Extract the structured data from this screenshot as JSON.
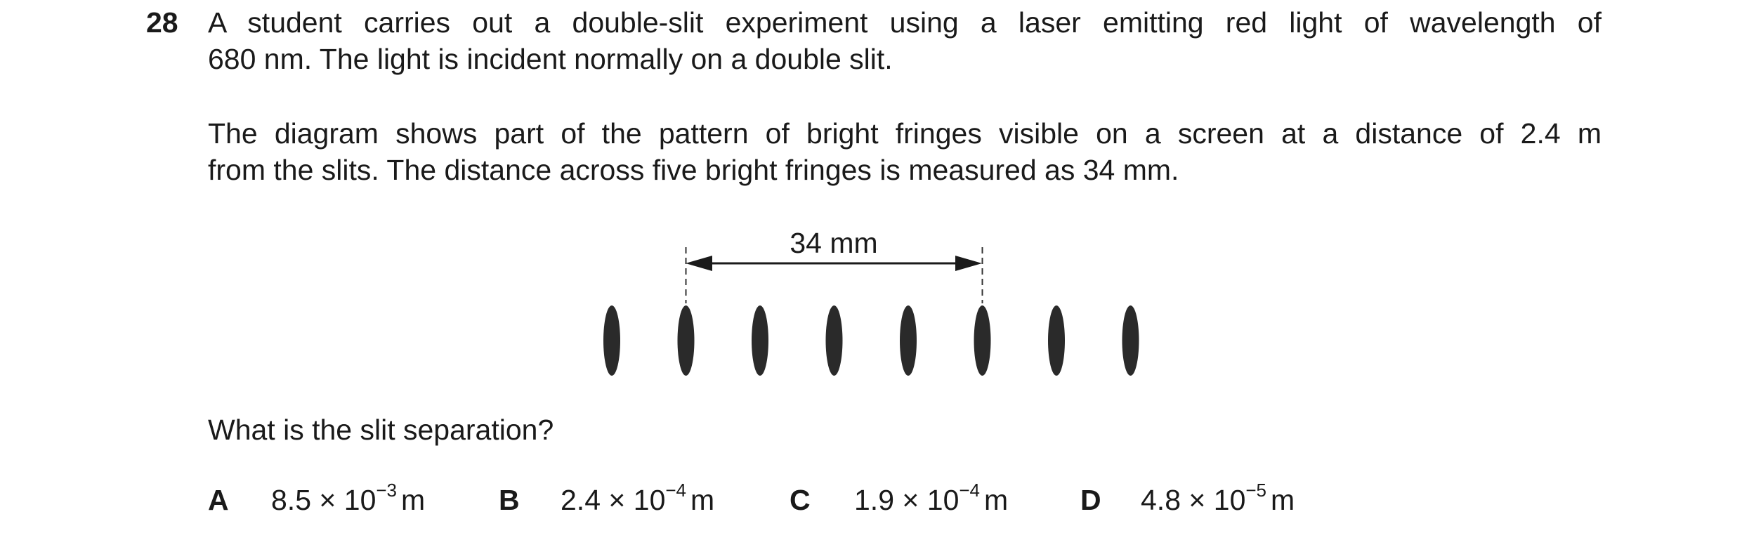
{
  "question": {
    "number": "28",
    "paragraph1": {
      "line1": "A student carries out a double-slit experiment using a laser emitting red light of wavelength of",
      "line2": "680 nm. The light is incident normally on a double slit."
    },
    "paragraph2": {
      "line1": "The diagram shows part of the pattern of bright fringes visible on a screen at a distance of 2.4 m",
      "line2": "from the slits. The distance across five bright fringes is measured as 34 mm."
    },
    "prompt": "What is the slit separation?"
  },
  "diagram": {
    "dimension_label": "34 mm",
    "fringe_count": 8,
    "marked_fringes": [
      2,
      6
    ],
    "fringe_color": "#2a2a2a"
  },
  "options": [
    {
      "letter": "A",
      "mantissa": "8.5",
      "times": "×",
      "base": "10",
      "exponent": "−3",
      "unit": "m"
    },
    {
      "letter": "B",
      "mantissa": "2.4",
      "times": "×",
      "base": "10",
      "exponent": "−4",
      "unit": "m"
    },
    {
      "letter": "C",
      "mantissa": "1.9",
      "times": "×",
      "base": "10",
      "exponent": "−4",
      "unit": "m"
    },
    {
      "letter": "D",
      "mantissa": "4.8",
      "times": "×",
      "base": "10",
      "exponent": "−5",
      "unit": "m"
    }
  ]
}
